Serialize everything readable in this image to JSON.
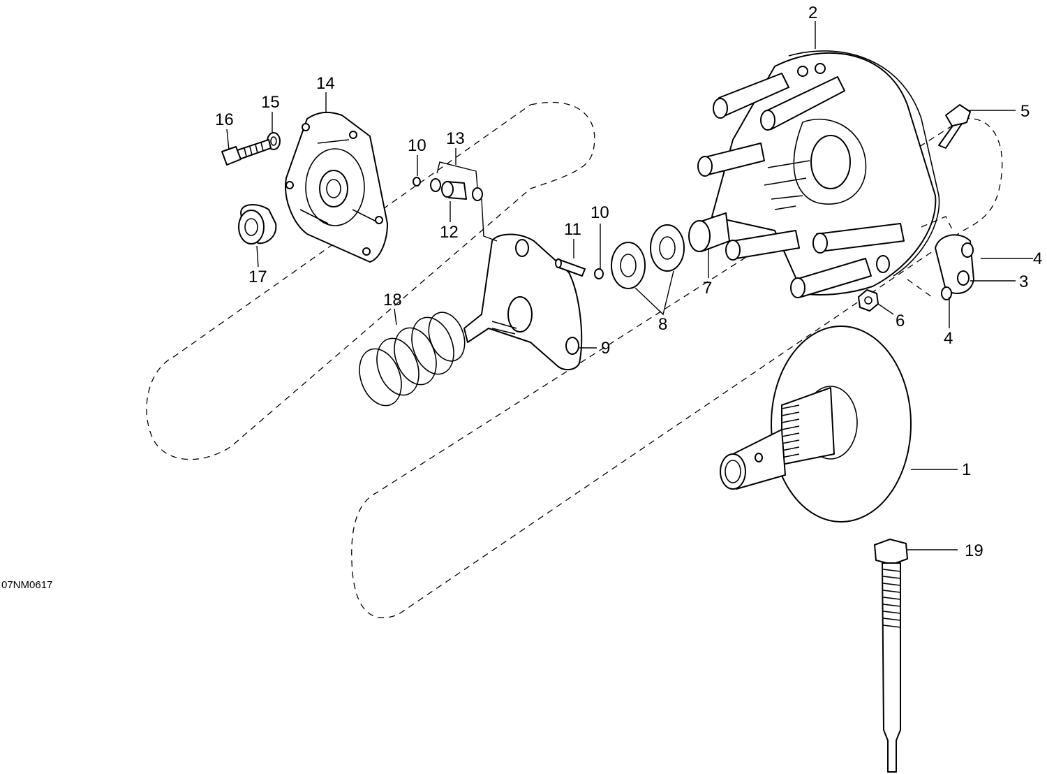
{
  "figure": {
    "reference": "07NM0617"
  },
  "callouts": {
    "c1": "1",
    "c2": "2",
    "c3": "3",
    "c4a": "4",
    "c4b": "4",
    "c5": "5",
    "c6": "6",
    "c7": "7",
    "c8": "8",
    "c9": "9",
    "c10a": "10",
    "c10b": "10",
    "c11": "11",
    "c12": "12",
    "c13": "13",
    "c14": "14",
    "c15": "15",
    "c16": "16",
    "c17": "17",
    "c18": "18",
    "c19": "19"
  }
}
